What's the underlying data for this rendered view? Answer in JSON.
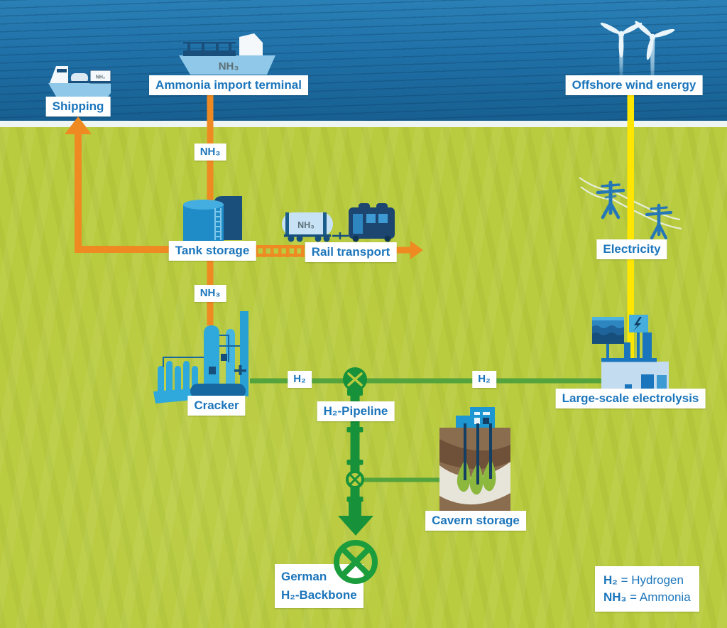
{
  "scene": {
    "labels": {
      "shipping": "Shipping",
      "ammonia_import_terminal": "Ammonia import terminal",
      "offshore_wind_energy": "Offshore wind energy",
      "tank_storage": "Tank storage",
      "rail_transport": "Rail transport",
      "electricity": "Electricity",
      "cracker": "Cracker",
      "h2_pipeline": "H₂-Pipeline",
      "large_scale_electrolysis": "Large-scale electrolysis",
      "cavern_storage": "Cavern storage",
      "german_backbone_line1": "German",
      "german_backbone_line2": "H₂-Backbone"
    },
    "flow_labels": {
      "nh3": "NH₃",
      "h2": "H₂"
    },
    "legend": {
      "line1_term": "H₂",
      "line1_rest": " = Hydrogen",
      "line2_term": "NH₃",
      "line2_rest": " = Ammonia"
    },
    "colors": {
      "sea": "#1F70A7",
      "land": "#B9CB3E",
      "shoreline": "#EFF5F2",
      "ammonia_flow": "#EE8A21",
      "electricity_flow": "#FFE600",
      "hydrogen_flow": "#54A33C",
      "pipeline_green": "#17913A",
      "backbone_green": "#1B9C3D",
      "label_text": "#1B75BB",
      "label_bg": "#FFFFFF"
    }
  }
}
